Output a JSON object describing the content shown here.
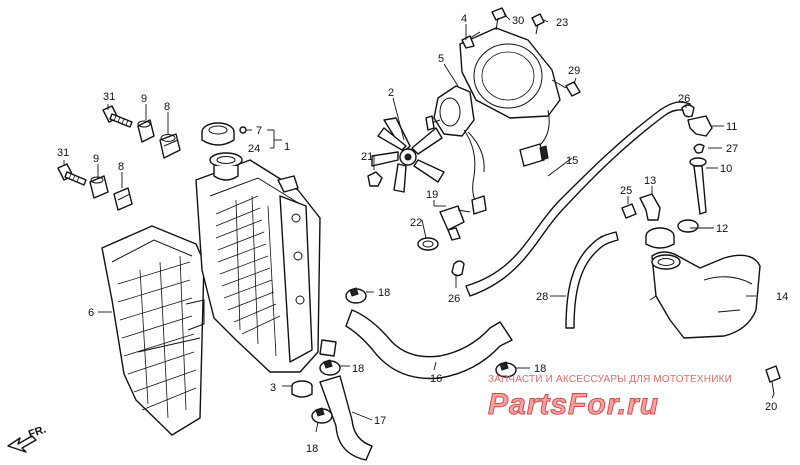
{
  "callouts": {
    "c1": "1",
    "c2": "2",
    "c3": "3",
    "c4": "4",
    "c5": "5",
    "c6": "6",
    "c7": "7",
    "c8a": "8",
    "c8b": "8",
    "c9a": "9",
    "c9b": "9",
    "c10": "10",
    "c11": "11",
    "c12": "12",
    "c13": "13",
    "c14": "14",
    "c15": "15",
    "c16": "16",
    "c17": "17",
    "c18a": "18",
    "c18b": "18",
    "c18c": "18",
    "c18d": "18",
    "c19": "19",
    "c20": "20",
    "c21": "21",
    "c22": "22",
    "c23": "23",
    "c24": "24",
    "c25": "25",
    "c26a": "26",
    "c26b": "26",
    "c27": "27",
    "c28": "28",
    "c29": "29",
    "c30": "30",
    "c31a": "31",
    "c31b": "31"
  },
  "direction_label": "FR.",
  "watermark": {
    "line": "ЗАПЧАСТИ И АКСЕССУАРЫ ДЛЯ МОТОТЕХНИКИ",
    "logo": "PartsFor.ru"
  },
  "colors": {
    "ink": "#111111",
    "watermark_text": "#e26a6a",
    "watermark_logo_fill": "#f4a3a3",
    "watermark_logo_stroke": "#d94a4a"
  }
}
